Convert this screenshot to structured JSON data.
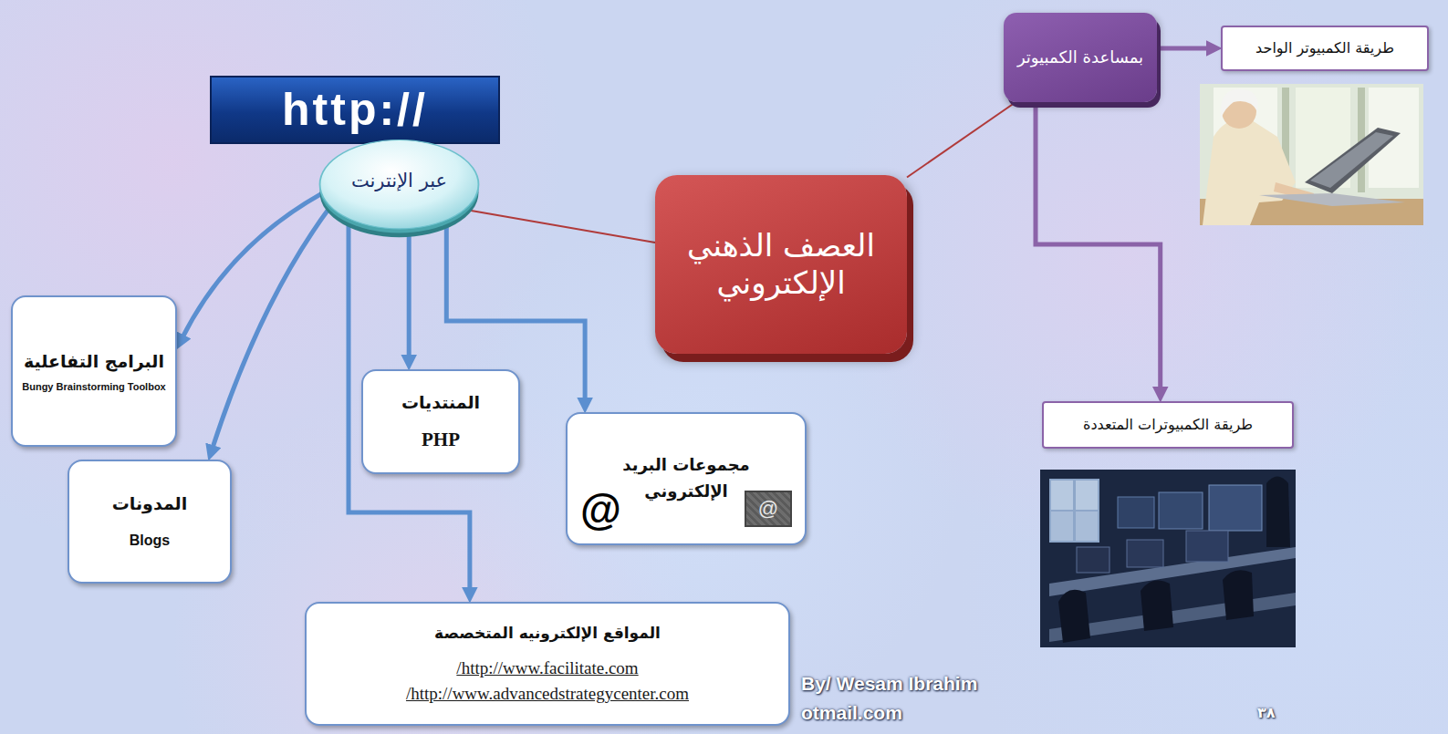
{
  "diagram": {
    "nodes": [
      {
        "text": [
          "العصف الذهني الإلكتروني"
        ]
      },
      {
        "text": [
          "بمساعدة الكمبيوتر"
        ]
      },
      {
        "text": [
          "طريقة الكمبيوتر الواحد"
        ]
      },
      {
        "text": [
          "طريقة الكمبيوترات المتعددة"
        ]
      },
      {
        "text": [
          "http://"
        ]
      },
      {
        "text": [
          "عبر الإنترنت"
        ]
      },
      {
        "text": [
          "البرامج التفاعلية",
          "Bungy Brainstorming Toolbox"
        ]
      },
      {
        "text": [
          "المدونات",
          "Blogs"
        ]
      },
      {
        "text": [
          "المنتديات",
          "PHP"
        ]
      },
      {
        "text": [
          "مجموعات البريد الإلكتروني",
          "@",
          "@"
        ]
      },
      {
        "text": [
          "المواقع الإلكترونيه المتخصصة",
          "/http://www.facilitate.com",
          "/http://www.advancedstrategycenter.com"
        ]
      }
    ],
    "edges": [
      {
        "from": 0,
        "to": 1,
        "arrow": "none"
      },
      {
        "from": 1,
        "to": 2,
        "arrow": "to"
      },
      {
        "from": 1,
        "to": 3,
        "arrow": "to"
      },
      {
        "from": 0,
        "to": 5,
        "arrow": "none"
      },
      {
        "from": 5,
        "to": 6,
        "arrow": "to"
      },
      {
        "from": 5,
        "to": 7,
        "arrow": "to"
      },
      {
        "from": 5,
        "to": 8,
        "arrow": "to"
      },
      {
        "from": 5,
        "to": 9,
        "arrow": "to"
      },
      {
        "from": 5,
        "to": 10,
        "arrow": "to"
      }
    ],
    "labels": [
      "By/ Wesam Ibrahim",
      "otmail.com",
      "٣٨"
    ]
  }
}
